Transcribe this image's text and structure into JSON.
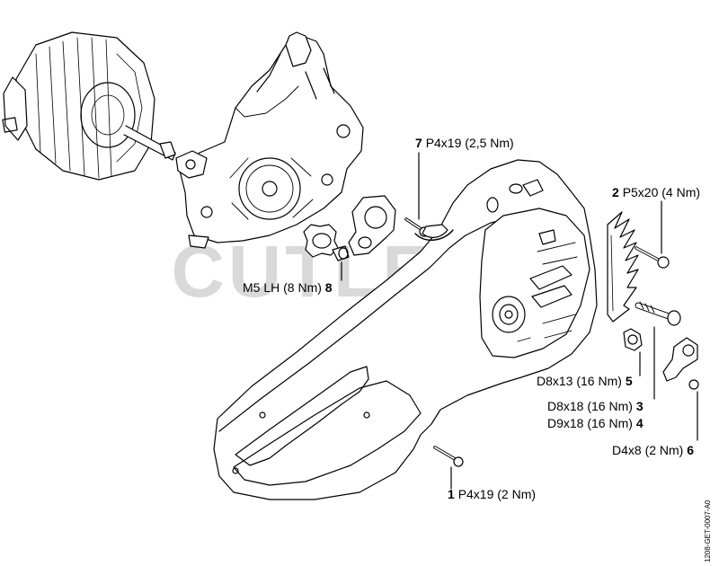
{
  "watermark": "CUTLER'S",
  "callouts": [
    {
      "number": "7",
      "spec": "P4x19 (2,5 Nm)",
      "order": "number-first"
    },
    {
      "number": "2",
      "spec": "P5x20 (4 Nm)",
      "order": "number-first"
    },
    {
      "number": "8",
      "spec": "M5 LH (8 Nm)",
      "order": "spec-first"
    },
    {
      "number": "5",
      "spec": "D8x13 (16 Nm)",
      "order": "spec-first"
    },
    {
      "number": "3",
      "spec": "D8x18 (16 Nm)",
      "order": "spec-first"
    },
    {
      "number": "4",
      "spec": "D9x18 (16 Nm)",
      "order": "spec-first"
    },
    {
      "number": "6",
      "spec": "D4x8 (2 Nm)",
      "order": "spec-first"
    },
    {
      "number": "1",
      "spec": "P4x19 (2 Nm)",
      "order": "number-first"
    }
  ],
  "document_id": "1208-GET-0007-A0"
}
